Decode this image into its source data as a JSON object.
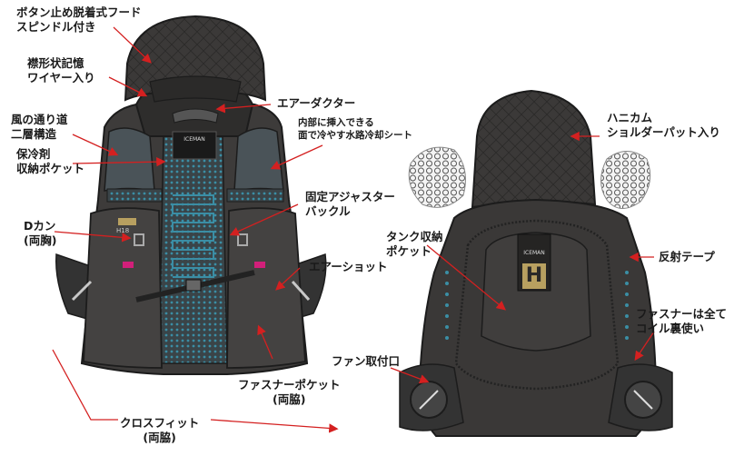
{
  "labels": {
    "hood": [
      "ボタン止め脱着式フード",
      "スピンドル付き"
    ],
    "wire": [
      "襟形状記憶",
      "ワイヤー入り"
    ],
    "air_duct": "エアーダクター",
    "sheet": [
      "内部に挿入できる",
      "面で冷やす水路冷却シート"
    ],
    "vent": [
      "風の通り道",
      "二層構造"
    ],
    "cold_pocket": [
      "保冷剤",
      "収納ポケット"
    ],
    "buckle": [
      "固定アジャスター",
      "バックル"
    ],
    "d_ring": [
      "Dカン",
      "(両胸)"
    ],
    "air_shot": "エアーショット",
    "zip_pocket": [
      "ファスナーポケット",
      "(両脇)"
    ],
    "cross_fit": [
      "クロスフィット",
      "(両脇)"
    ],
    "honeycomb": [
      "ハニカム",
      "ショルダーパット入り"
    ],
    "tank_pocket": [
      "タンク収納",
      "ポケット"
    ],
    "reflective": "反射テープ",
    "coil_zip": [
      "ファスナーは全て",
      "コイル裏使い"
    ],
    "fan_port": "ファン取付口"
  },
  "product": {
    "brand": "ICEMAN",
    "badge_letter": "H",
    "front_tag": "H18"
  },
  "colors": {
    "vest_dark": "#3a3837",
    "vest_mid": "#4a4847",
    "vest_outline": "#1c1c1c",
    "mesh_blue": "#3b8ea5",
    "accent_pink": "#d21f7a",
    "badge_gold": "#b8a060",
    "pointer_red": "#d42020",
    "pointer_dark": "#222222"
  }
}
